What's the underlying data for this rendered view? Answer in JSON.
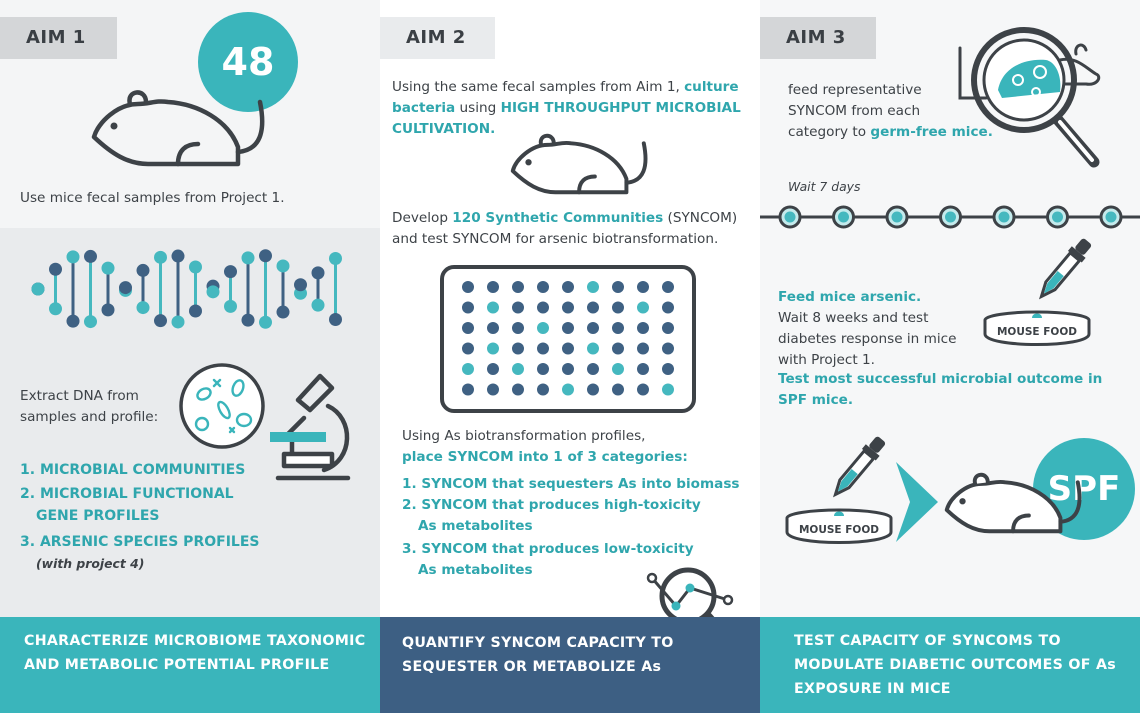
{
  "aim1": {
    "tab": "AIM 1",
    "badge": "48",
    "fecal_text": "Use mice fecal samples from Project 1.",
    "extract_line1": "Extract DNA from",
    "extract_line2": "samples and profile:",
    "list": [
      {
        "num": "1.",
        "line1": "MICROBIAL COMMUNITIES",
        "line2": ""
      },
      {
        "num": "2.",
        "line1": "MICROBIAL FUNCTIONAL",
        "line2": "GENE PROFILES"
      },
      {
        "num": "3.",
        "line1": "ARSENIC SPECIES PROFILES",
        "line2": "(with project 4)"
      }
    ],
    "footer_line1": "CHARACTERIZE MICROBIOME TAXONOMIC",
    "footer_line2": "AND METABOLIC POTENTIAL PROFILE"
  },
  "aim2": {
    "tab": "AIM 2",
    "intro_a": "Using the same fecal samples from Aim 1, ",
    "intro_b": "culture",
    "intro_c": "bacteria",
    "intro_d": " using ",
    "intro_e": "HIGH THROUGHPUT MICROBIAL",
    "intro_f": "CULTIVATION.",
    "develop_a": "Develop ",
    "develop_b": "120 Synthetic Communities",
    "develop_c": " (SYNCOM)",
    "develop_line2": "and test SYNCOM for arsenic biotransformation.",
    "using_line1": "Using As biotransformation profiles,",
    "using_line2": "place SYNCOM into 1 of 3 categories:",
    "categories": [
      {
        "num": "1.",
        "line1": "SYNCOM that sequesters As into biomass",
        "line2": ""
      },
      {
        "num": "2.",
        "line1": "SYNCOM that produces high-toxicity",
        "line2": "As metabolites"
      },
      {
        "num": "3.",
        "line1": "SYNCOM that produces low-toxicity",
        "line2": "As metabolites"
      }
    ],
    "footer_line1": "QUANTIFY SYNCOM CAPACITY TO",
    "footer_line2": "SEQUESTER OR METABOLIZE As"
  },
  "aim3": {
    "tab": "AIM 3",
    "feed_line1": "feed representative",
    "feed_line2": "SYNCOM from each",
    "feed_line3a": "category to ",
    "feed_line3b": "germ-free mice.",
    "wait": "Wait 7 days",
    "arsenic_line1": "Feed mice arsenic.",
    "arsenic_line2": "Wait 8 weeks and test",
    "arsenic_line3": "diabetes response in mice",
    "arsenic_line4": "with Project 1.",
    "test_line1": "Test most successful microbial outcome in",
    "test_line2": "SPF mice.",
    "food_label_1": "MOUSE FOOD",
    "food_label_2": "MOUSE FOOD",
    "spf": "SPF",
    "footer_line1": "TEST CAPACITY OF SYNCOMS TO",
    "footer_line2": "MODULATE DIABETIC OUTCOMES OF As",
    "footer_line3": "EXPOSURE IN MICE"
  },
  "colors": {
    "teal": "#3ab5bb",
    "teal_text": "#2fa6ad",
    "navy": "#3d5f83",
    "dark": "#3d4247",
    "gray_tab": "#d4d6d8",
    "dot_dark": "#3f6183",
    "dot_teal": "#45b8bf"
  },
  "icons": [
    "mouse-icon",
    "dna-icon",
    "microscope-icon",
    "bacteria-icon",
    "well-plate-icon",
    "magnifier-chart-icon",
    "magnifier-icon",
    "pipette-icon",
    "food-dish-icon",
    "arrow-icon"
  ]
}
